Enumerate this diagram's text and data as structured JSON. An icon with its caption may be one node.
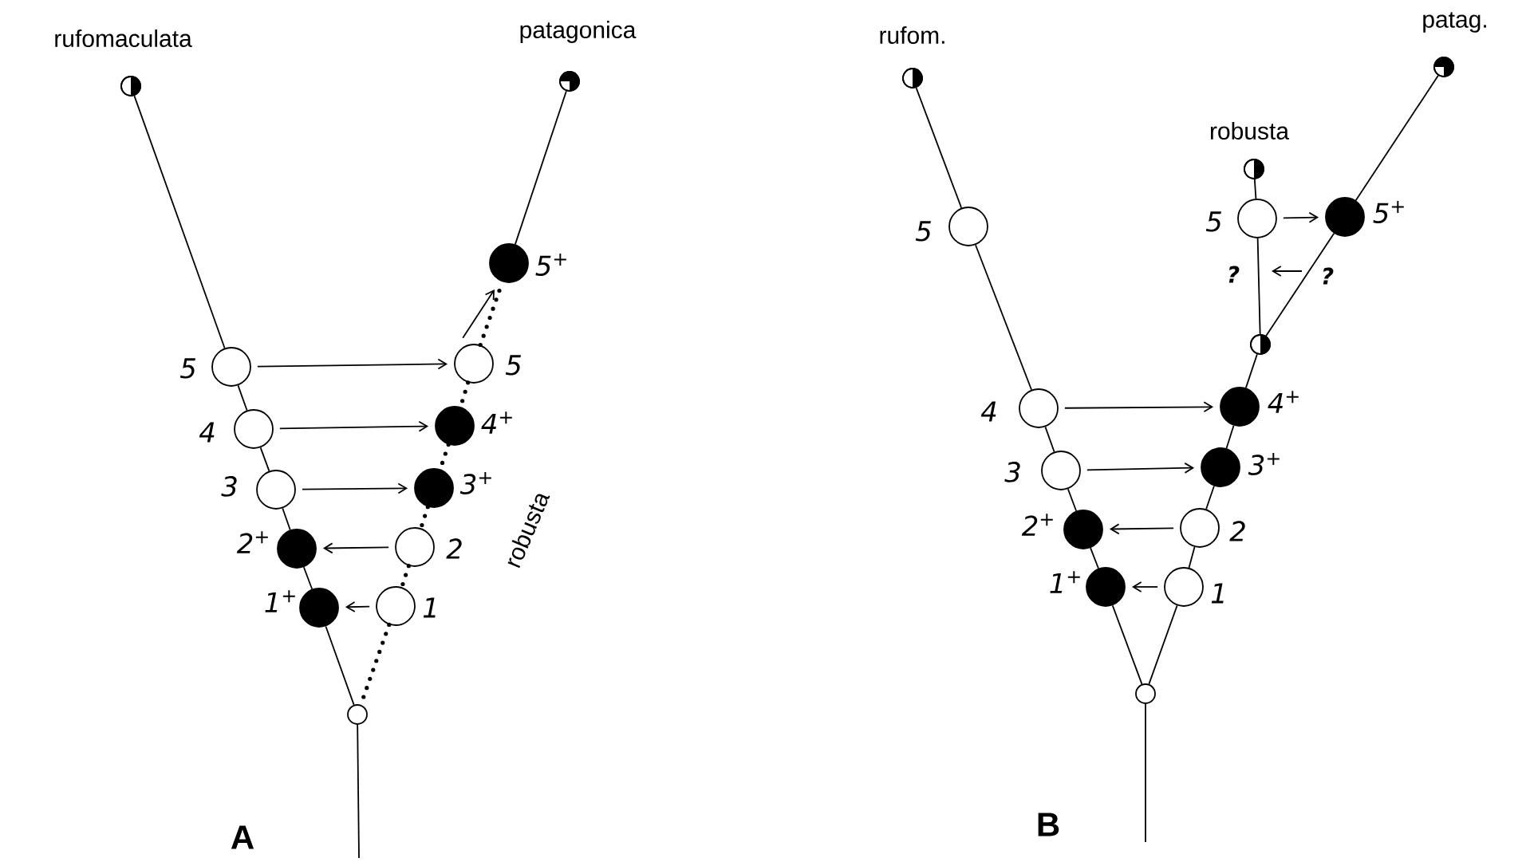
{
  "diagram": {
    "nodes": [
      {
        "text": [],
        "shape": "half-dot",
        "beside": [
          "rufomaculata"
        ]
      },
      {
        "text": [],
        "shape": "three-quarter-dot",
        "beside": [
          "patagonica"
        ]
      },
      {
        "text": [],
        "shape": "dot",
        "beside": [
          "5$^{+}$"
        ]
      },
      {
        "text": [],
        "shape": "circle",
        "beside": [
          "5"
        ]
      },
      {
        "text": [],
        "shape": "circle",
        "beside": [
          "5"
        ]
      },
      {
        "text": [],
        "shape": "circle",
        "beside": [
          "4"
        ]
      },
      {
        "text": [],
        "shape": "dot",
        "beside": [
          "4$^{+}$"
        ]
      },
      {
        "text": [],
        "shape": "circle",
        "beside": [
          "3"
        ]
      },
      {
        "text": [],
        "shape": "dot",
        "beside": [
          "3$^{+}$"
        ]
      },
      {
        "text": [],
        "shape": "dot",
        "beside": [
          "2$^{+}$"
        ]
      },
      {
        "text": [],
        "shape": "circle",
        "beside": [
          "2"
        ]
      },
      {
        "text": [],
        "shape": "dot",
        "beside": [
          "1$^{+}$"
        ]
      },
      {
        "text": [],
        "shape": "circle",
        "beside": [
          "1"
        ]
      },
      {
        "text": [],
        "shape": "circle"
      },
      {
        "text": [],
        "shape": "half-dot",
        "beside": [
          "rufom."
        ]
      },
      {
        "text": [],
        "shape": "three-quarter-dot",
        "beside": [
          "patag."
        ]
      },
      {
        "text": [],
        "shape": "half-dot",
        "beside": [
          "robusta"
        ]
      },
      {
        "text": [],
        "shape": "circle",
        "beside": [
          "5"
        ]
      },
      {
        "text": [],
        "shape": "circle",
        "beside": [
          "5"
        ]
      },
      {
        "text": [],
        "shape": "dot",
        "beside": [
          "5$^{+}$"
        ]
      },
      {
        "text": [],
        "shape": "half-dot"
      },
      {
        "text": [],
        "shape": "circle",
        "beside": [
          "4"
        ]
      },
      {
        "text": [],
        "shape": "dot",
        "beside": [
          "4$^{+}$"
        ]
      },
      {
        "text": [],
        "shape": "circle",
        "beside": [
          "3"
        ]
      },
      {
        "text": [],
        "shape": "dot",
        "beside": [
          "3$^{+}$"
        ]
      },
      {
        "text": [],
        "shape": "dot",
        "beside": [
          "2$^{+}$"
        ]
      },
      {
        "text": [],
        "shape": "circle",
        "beside": [
          "2"
        ]
      },
      {
        "text": [],
        "shape": "dot",
        "beside": [
          "1$^{+}$"
        ]
      },
      {
        "text": [],
        "shape": "circle",
        "beside": [
          "1"
        ]
      },
      {
        "text": [],
        "shape": "circle"
      }
    ],
    "edges": [
      {
        "from": 0,
        "to": 3,
        "arrow": "none"
      },
      {
        "from": 3,
        "to": 5,
        "arrow": "none"
      },
      {
        "from": 5,
        "to": 7,
        "arrow": "none"
      },
      {
        "from": 7,
        "to": 9,
        "arrow": "none"
      },
      {
        "from": 9,
        "to": 11,
        "arrow": "none"
      },
      {
        "from": 11,
        "to": 13,
        "arrow": "none"
      },
      {
        "from": 1,
        "to": 2,
        "arrow": "none"
      },
      {
        "from": 4,
        "to": 2,
        "arrow": "none",
        "style": "dashed"
      },
      {
        "from": 4,
        "to": 2,
        "arrow": "to"
      },
      {
        "from": 4,
        "to": 6,
        "arrow": "none",
        "style": "dashed"
      },
      {
        "from": 6,
        "to": 8,
        "arrow": "none",
        "style": "dashed"
      },
      {
        "from": 8,
        "to": 10,
        "arrow": "none",
        "style": "dashed"
      },
      {
        "from": 10,
        "to": 12,
        "arrow": "none",
        "style": "dashed"
      },
      {
        "from": 12,
        "to": 13,
        "arrow": "none",
        "style": "dashed"
      },
      {
        "from": 3,
        "to": 4,
        "arrow": "to"
      },
      {
        "from": 5,
        "to": 6,
        "arrow": "to"
      },
      {
        "from": 7,
        "to": 8,
        "arrow": "to"
      },
      {
        "from": 10,
        "to": 9,
        "arrow": "to"
      },
      {
        "from": 12,
        "to": 11,
        "arrow": "to"
      },
      {
        "from": null,
        "to": 13,
        "arrow": "none"
      },
      {
        "from": 14,
        "to": 17,
        "arrow": "none"
      },
      {
        "from": 17,
        "to": 21,
        "arrow": "none"
      },
      {
        "from": 21,
        "to": 23,
        "arrow": "none"
      },
      {
        "from": 23,
        "to": 25,
        "arrow": "none"
      },
      {
        "from": 25,
        "to": 27,
        "arrow": "none"
      },
      {
        "from": 27,
        "to": 29,
        "arrow": "none"
      },
      {
        "from": 15,
        "to": 19,
        "arrow": "none"
      },
      {
        "from": 19,
        "to": 20,
        "arrow": "none"
      },
      {
        "from": 16,
        "to": 18,
        "arrow": "none"
      },
      {
        "from": 18,
        "to": 20,
        "arrow": "none"
      },
      {
        "from": 20,
        "to": 22,
        "arrow": "none"
      },
      {
        "from": 22,
        "to": 24,
        "arrow": "none"
      },
      {
        "from": 24,
        "to": 26,
        "arrow": "none"
      },
      {
        "from": 26,
        "to": 28,
        "arrow": "none"
      },
      {
        "from": 28,
        "to": 29,
        "arrow": "none"
      },
      {
        "from": 18,
        "to": 19,
        "arrow": "to"
      },
      {
        "from": 21,
        "to": 22,
        "arrow": "to"
      },
      {
        "from": 23,
        "to": 24,
        "arrow": "to"
      },
      {
        "from": 26,
        "to": 25,
        "arrow": "to"
      },
      {
        "from": 28,
        "to": 27,
        "arrow": "to"
      },
      {
        "from": null,
        "to": 29,
        "arrow": "none"
      }
    ],
    "labels": [
      "robusta",
      "A",
      "?",
      "?",
      "B"
    ]
  }
}
